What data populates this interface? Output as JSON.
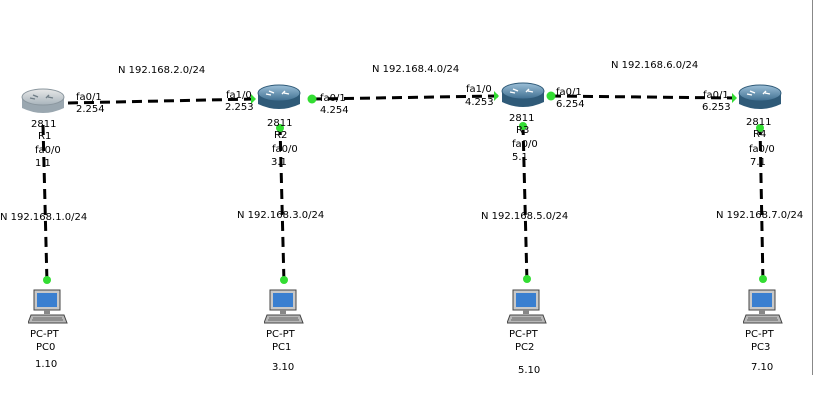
{
  "networks": {
    "n2": "N 192.168.2.0/24",
    "n4": "N 192.168.4.0/24",
    "n6": "N 192.168.6.0/24",
    "n1": "N 192.168.1.0/24",
    "n3": "N 192.168.3.0/24",
    "n5": "N 192.168.5.0/24",
    "n7": "N 192.168.7.0/24"
  },
  "routers": [
    {
      "model": "2811",
      "name": "R1",
      "ports": [
        {
          "iface": "fa0/1",
          "ip": "2.254"
        },
        {
          "iface": "fa0/0",
          "ip": "1.1"
        }
      ]
    },
    {
      "model": "2811",
      "name": "R2",
      "ports": [
        {
          "iface": "fa1/0",
          "ip": "2.253"
        },
        {
          "iface": "fa0/1",
          "ip": "4.254"
        },
        {
          "iface": "fa0/0",
          "ip": "3.1"
        }
      ]
    },
    {
      "model": "2811",
      "name": "R3",
      "ports": [
        {
          "iface": "fa1/0",
          "ip": "4.253"
        },
        {
          "iface": "fa0/1",
          "ip": "6.254"
        },
        {
          "iface": "fa0/0",
          "ip": "5.1"
        }
      ]
    },
    {
      "model": "2811",
      "name": "R4",
      "ports": [
        {
          "iface": "fa0/1",
          "ip": "6.253"
        },
        {
          "iface": "fa0/0",
          "ip": "7.1"
        }
      ]
    }
  ],
  "pcs": [
    {
      "type": "PC-PT",
      "name": "PC0",
      "ip": "1.10"
    },
    {
      "type": "PC-PT",
      "name": "PC1",
      "ip": "3.10"
    },
    {
      "type": "PC-PT",
      "name": "PC2",
      "ip": "5.10"
    },
    {
      "type": "PC-PT",
      "name": "PC3",
      "ip": "7.10"
    }
  ],
  "icons": {
    "router": "router-icon",
    "pc": "pc-icon"
  },
  "colors": {
    "link": "#000000",
    "link_up": "#33cc33",
    "router_body": "#5b86a6"
  }
}
